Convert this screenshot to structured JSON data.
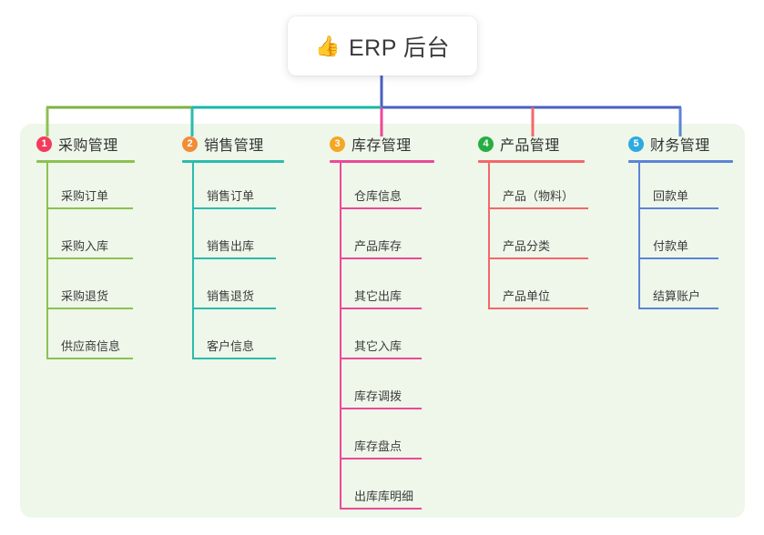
{
  "root": {
    "emoji": "👍",
    "emoji_name": "thumbs-up-icon",
    "title": "ERP 后台"
  },
  "colors": {
    "panel_bg": "#eef7e9",
    "trunk": "#4a5fc1",
    "bar_left": "#7cb342",
    "bar_mid": "#14b8a6",
    "bar_right": "#4a5fc1",
    "col1": "#8cc152",
    "col2": "#2bbbad",
    "col3": "#ec4899",
    "col4": "#f4676a",
    "col5": "#5b84d6",
    "badge1": "#f23b5d",
    "badge2": "#f28c38",
    "badge3": "#f5a623",
    "badge4": "#27ae42",
    "badge5": "#2eaae0"
  },
  "columns": [
    {
      "number": "1",
      "title": "采购管理",
      "line_color": "#8cc152",
      "badge_color": "#f23b5d",
      "drop_color": "#8cc152",
      "items": [
        "采购订单",
        "采购入库",
        "采购退货",
        "供应商信息"
      ]
    },
    {
      "number": "2",
      "title": "销售管理",
      "line_color": "#2bbbad",
      "badge_color": "#f28c38",
      "drop_color": "#2bbbad",
      "items": [
        "销售订单",
        "销售出库",
        "销售退货",
        "客户信息"
      ]
    },
    {
      "number": "3",
      "title": "库存管理",
      "line_color": "#ec4899",
      "badge_color": "#f5a623",
      "drop_color": "#ec4899",
      "items": [
        "仓库信息",
        "产品库存",
        "其它出库",
        "其它入库",
        "库存调拨",
        "库存盘点",
        "出库库明细"
      ]
    },
    {
      "number": "4",
      "title": "产品管理",
      "line_color": "#f4676a",
      "badge_color": "#27ae42",
      "drop_color": "#f4676a",
      "items": [
        "产品（物料）",
        "产品分类",
        "产品单位"
      ]
    },
    {
      "number": "5",
      "title": "财务管理",
      "line_color": "#5b84d6",
      "badge_color": "#2eaae0",
      "drop_color": "#5b84d6",
      "items": [
        "回款单",
        "付款单",
        "结算账户"
      ]
    }
  ]
}
